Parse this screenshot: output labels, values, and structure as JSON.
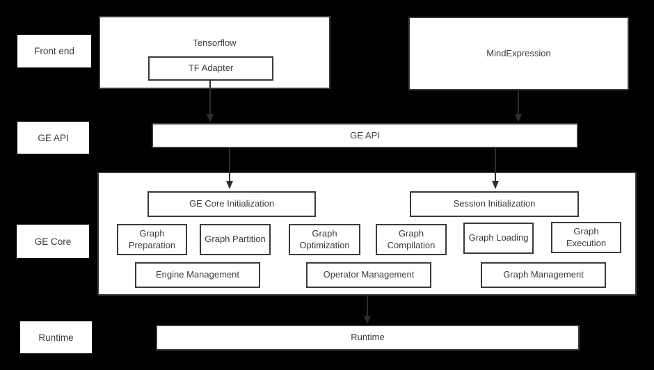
{
  "colors": {
    "background": "#000000",
    "box_fill": "#ffffff",
    "box_border": "#3a3a3a",
    "text": "#3b3b3b",
    "arrow": "#2e2e2e"
  },
  "layer_labels": {
    "front_end": "Front end",
    "ge_api": "GE API",
    "ge_core": "GE Core",
    "runtime": "Runtime"
  },
  "front_end": {
    "tensorflow_label": "Tensorflow",
    "tf_adapter_label": "TF Adapter",
    "mindexpression_label": "MindExpression"
  },
  "ge_api": {
    "label": "GE API"
  },
  "ge_core": {
    "ge_core_initialization": "GE Core Initialization",
    "session_initialization": "Session Initialization",
    "stages": [
      "Graph Preparation",
      "Graph Partition",
      "Graph Optimization",
      "Graph Compilation",
      "Graph Loading",
      "Graph Execution"
    ],
    "management": [
      "Engine Management",
      "Operator Management",
      "Graph Management"
    ]
  },
  "runtime": {
    "label": "Runtime"
  },
  "connections": [
    {
      "from": "TF Adapter",
      "to": "GE API"
    },
    {
      "from": "MindExpression",
      "to": "GE API"
    },
    {
      "from": "GE API",
      "to": "GE Core Initialization"
    },
    {
      "from": "GE API",
      "to": "Session Initialization"
    },
    {
      "from": "GE Core",
      "to": "Runtime"
    }
  ]
}
